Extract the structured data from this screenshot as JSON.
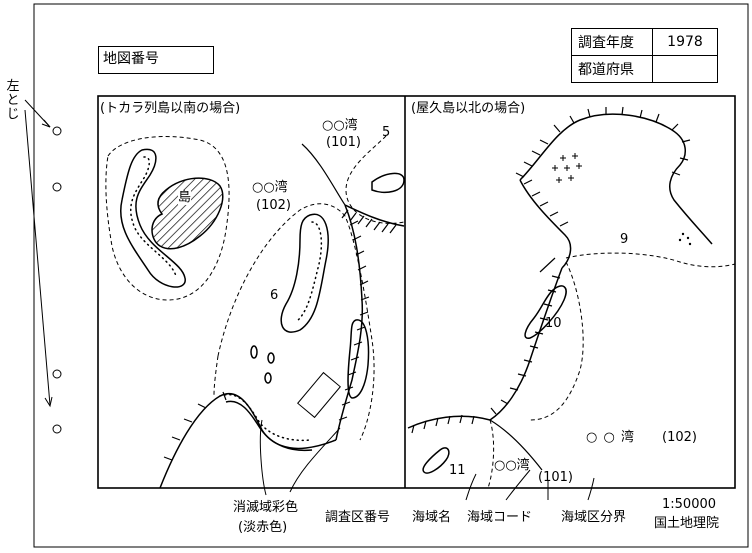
{
  "sheet": {
    "map_number_label": "地図番号",
    "binding_note": "左とじ",
    "meta_table": [
      {
        "label": "調査年度",
        "value": "1978"
      },
      {
        "label": "都道府県",
        "value": ""
      }
    ]
  },
  "panels": {
    "left": {
      "title": "(トカラ列島以南の場合)",
      "island_label": "島",
      "bay_a": {
        "name": "○○湾",
        "code": "(101)"
      },
      "bay_b": {
        "name": "○○湾",
        "code": "(102)"
      },
      "zone_numbers": [
        "5",
        "6"
      ]
    },
    "right": {
      "title": "(屋久島以北の場合)",
      "zone_numbers": [
        "9",
        "10",
        "11"
      ],
      "bay_a": {
        "name": "○○湾",
        "code": "(101)"
      },
      "bay_b": {
        "name": "○ ○ 湾",
        "code": "(102)"
      }
    }
  },
  "legend": {
    "vanished_color": "消滅域彩色",
    "vanished_color_sub": "(淡赤色)",
    "survey_number": "調査区番号",
    "zone_name": "海域名",
    "zone_code": "海域コード",
    "zone_boundary": "海域区分界",
    "scale": "1:50000",
    "publisher": "国土地理院"
  }
}
